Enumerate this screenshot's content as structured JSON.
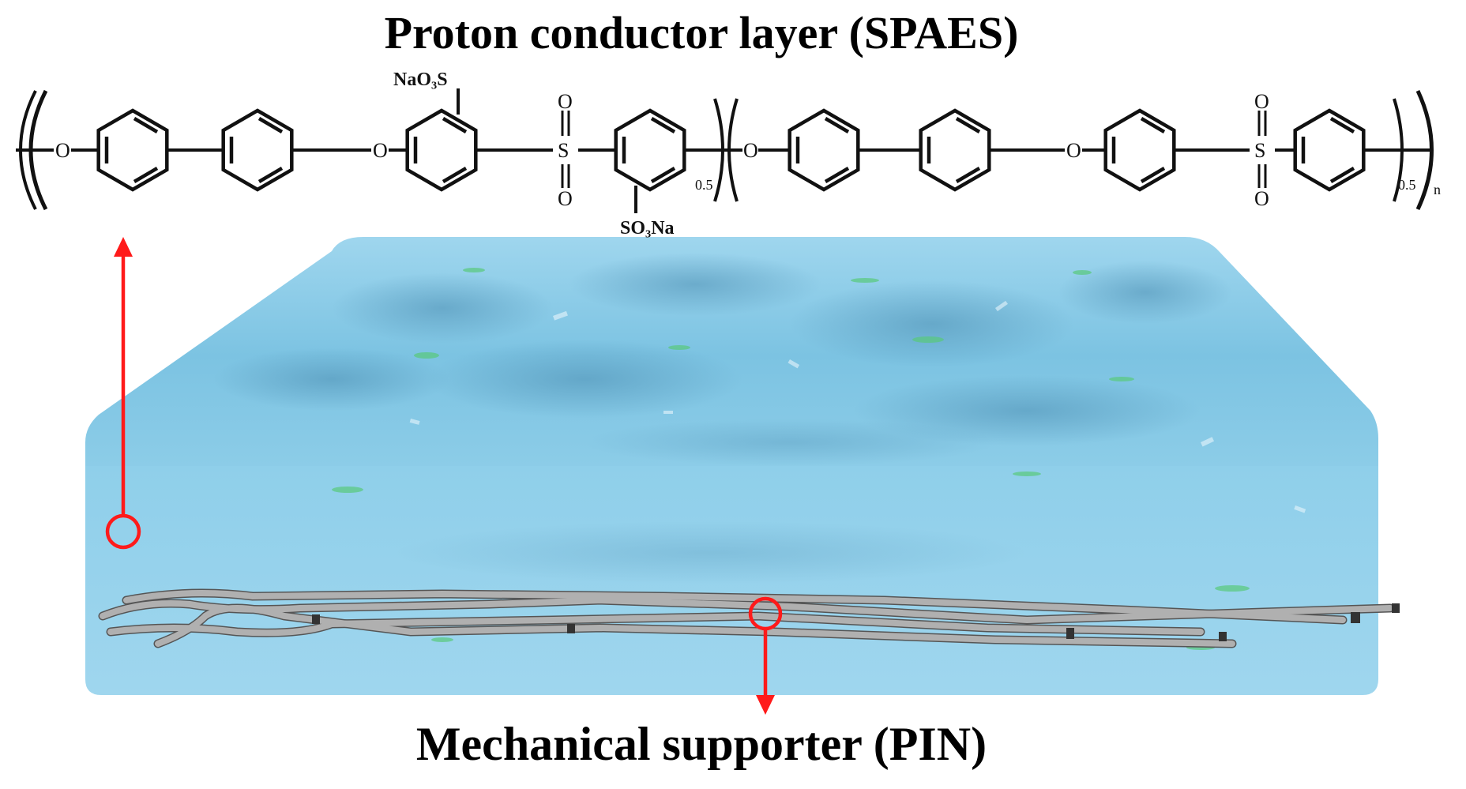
{
  "diagram": {
    "title_top": "Proton conductor layer (SPAES)",
    "title_bottom": "Mechanical supporter (PIN)",
    "chem": {
      "o_label": "O",
      "s_label": "S",
      "nao3s_label": "NaO₃S",
      "so3na_label": "SO₃Na",
      "sub_05": "0.5",
      "sub_n": "n"
    },
    "colors": {
      "membrane_top": "#7fc6e4",
      "membrane_side": "#8ed0ea",
      "fiber": "#a6a6a6",
      "arrow": "#ff0000",
      "bond": "#111111"
    }
  }
}
